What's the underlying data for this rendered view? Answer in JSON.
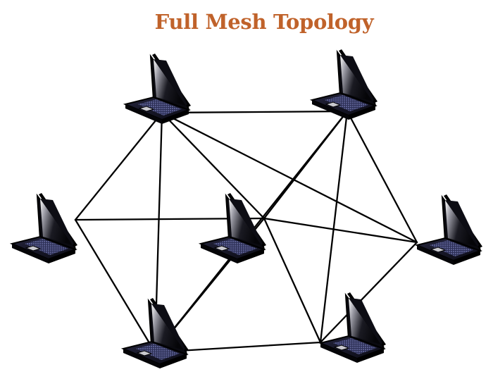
{
  "title": "Full Mesh Topology",
  "colors": {
    "title": "#c0622a",
    "link": "#000000",
    "laptop_body": "#111122",
    "laptop_edge": "#000000",
    "keyboard": "#3a3d63",
    "screen_dark": "#07070b",
    "screen_highlight": "#ffffff"
  },
  "nodes": [
    {
      "id": "laptop-top-left",
      "icon": "laptop-icon"
    },
    {
      "id": "laptop-top-right",
      "icon": "laptop-icon"
    },
    {
      "id": "laptop-middle-left",
      "icon": "laptop-icon"
    },
    {
      "id": "laptop-center",
      "icon": "laptop-icon"
    },
    {
      "id": "laptop-middle-right",
      "icon": "laptop-icon"
    },
    {
      "id": "laptop-bottom-left",
      "icon": "laptop-icon"
    },
    {
      "id": "laptop-bottom-right",
      "icon": "laptop-icon"
    }
  ],
  "links": [
    [
      "laptop-top-left",
      "laptop-top-right"
    ],
    [
      "laptop-top-left",
      "laptop-middle-left"
    ],
    [
      "laptop-top-left",
      "laptop-center"
    ],
    [
      "laptop-top-left",
      "laptop-bottom-left"
    ],
    [
      "laptop-top-left",
      "laptop-middle-right"
    ],
    [
      "laptop-top-right",
      "laptop-center"
    ],
    [
      "laptop-top-right",
      "laptop-middle-right"
    ],
    [
      "laptop-top-right",
      "laptop-bottom-left"
    ],
    [
      "laptop-top-right",
      "laptop-bottom-right"
    ],
    [
      "laptop-middle-left",
      "laptop-center"
    ],
    [
      "laptop-middle-left",
      "laptop-bottom-left"
    ],
    [
      "laptop-center",
      "laptop-middle-right"
    ],
    [
      "laptop-center",
      "laptop-bottom-left"
    ],
    [
      "laptop-center",
      "laptop-bottom-right"
    ],
    [
      "laptop-middle-right",
      "laptop-bottom-right"
    ],
    [
      "laptop-bottom-left",
      "laptop-bottom-right"
    ]
  ]
}
